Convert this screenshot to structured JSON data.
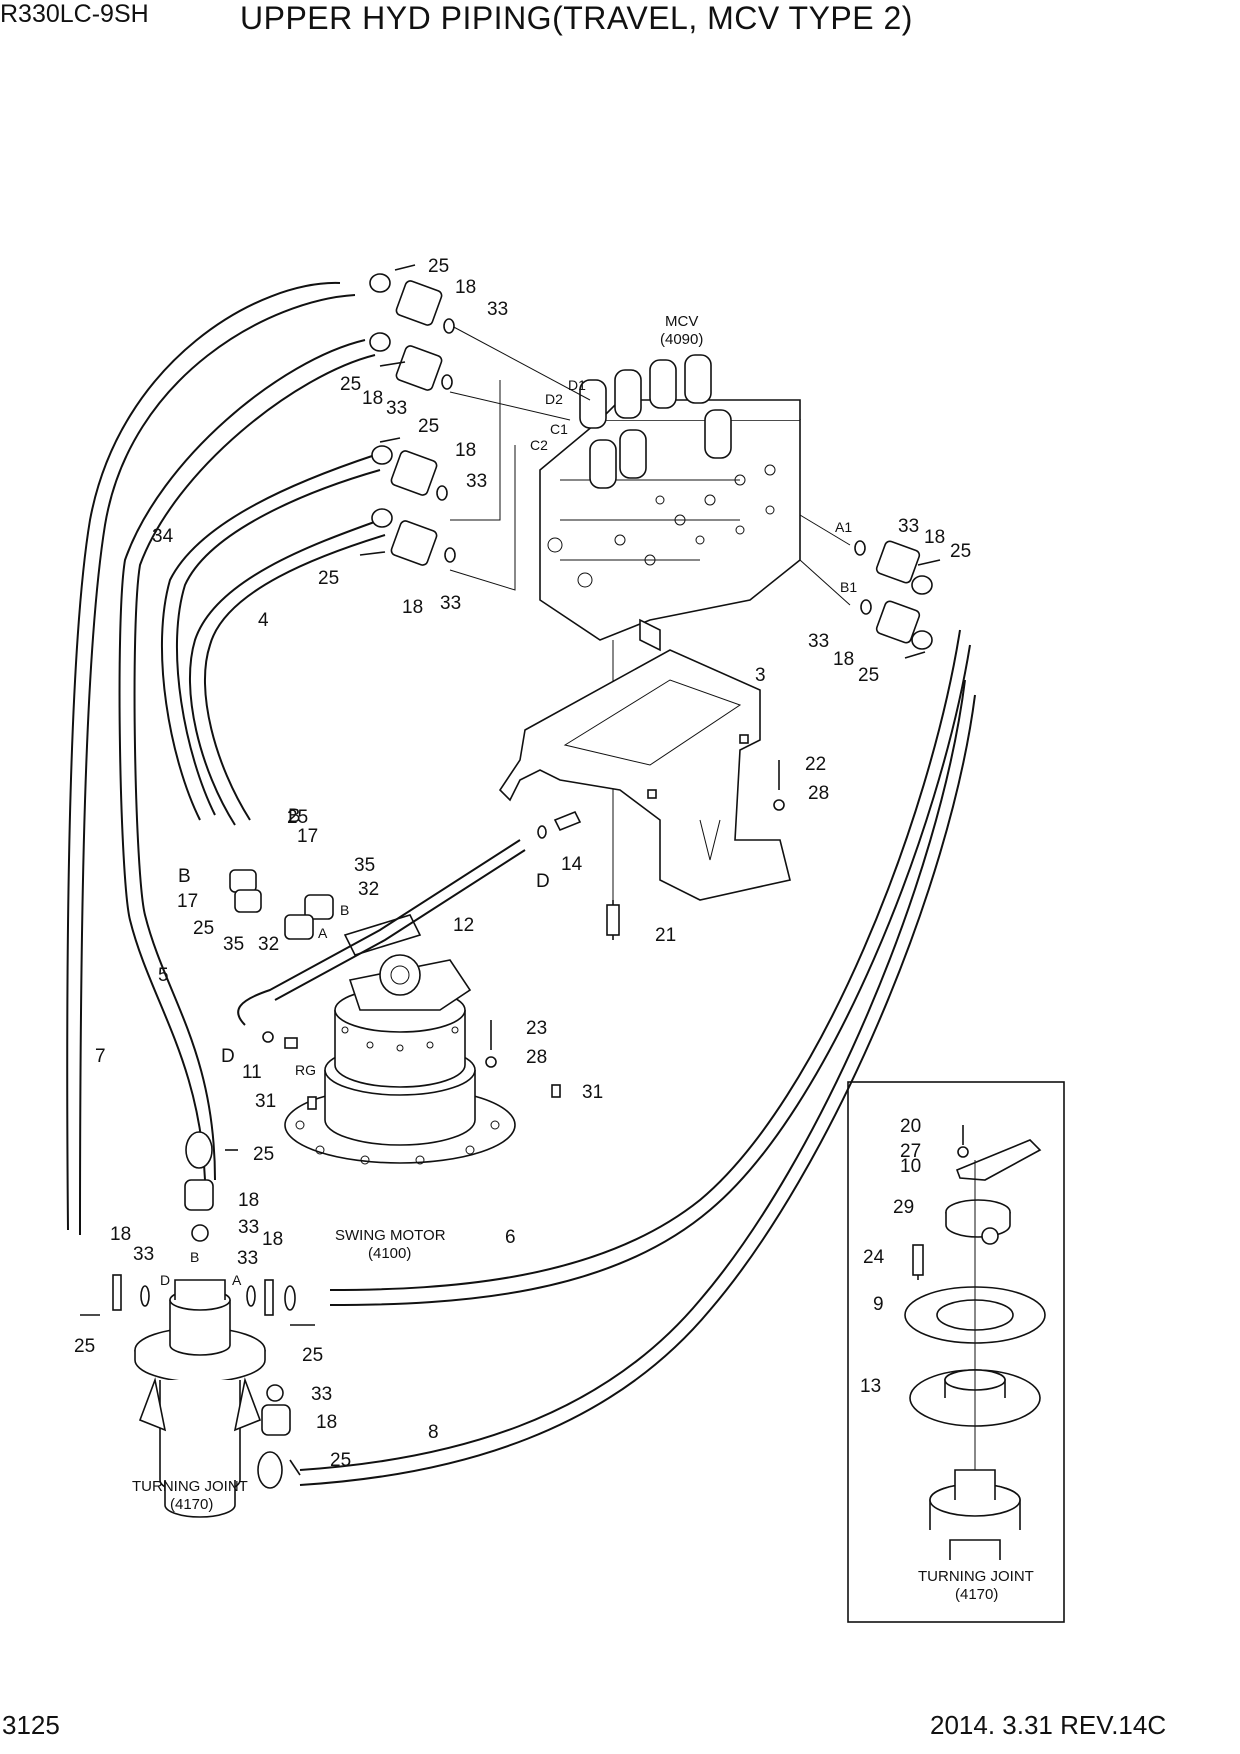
{
  "header": {
    "model": "R330LC-9SH",
    "title": "UPPER HYD PIPING(TRAVEL, MCV TYPE 2)"
  },
  "footer": {
    "page": "3125",
    "revision": "2014. 3.31  REV.14C"
  },
  "components": {
    "mcv": {
      "name": "MCV",
      "ref": "(4090)"
    },
    "swing_motor": {
      "name": "SWING MOTOR",
      "ref": "(4100)"
    },
    "turning_joint": {
      "name": "TURNING JOINT",
      "ref": "(4170)"
    },
    "turning_joint_inset": {
      "name": "TURNING JOINT",
      "ref": "(4170)"
    }
  },
  "port_labels": {
    "d1": "D1",
    "d2": "D2",
    "c1": "C1",
    "c2": "C2",
    "a1": "A1",
    "b1": "B1",
    "rg": "RG",
    "a_motor": "A",
    "b_motor": "B",
    "a_tj": "A",
    "b_tj": "B",
    "d_tj": "D",
    "d_line": "D",
    "d_line2": "D",
    "b_left": "B",
    "b_left2": "B"
  },
  "callouts": {
    "c25a": "25",
    "c18a": "18",
    "c33a": "33",
    "c25b": "25",
    "c18b": "18",
    "c33b": "33",
    "c25c": "25",
    "c18c": "18",
    "c33c": "33",
    "c25d": "25",
    "c18d": "18",
    "c33d": "33",
    "c33e": "33",
    "c18e": "18",
    "c25e": "25",
    "c33f": "33",
    "c18f": "18",
    "c25f": "25",
    "c34": "34",
    "c4": "4",
    "c3": "3",
    "c22": "22",
    "c28a": "28",
    "c14": "14",
    "c21": "21",
    "c12": "12",
    "c17a": "17",
    "c25g": "25",
    "c35a": "35",
    "c32a": "32",
    "c17b": "17",
    "c25h": "25",
    "c35b": "35",
    "c32b": "32",
    "c5": "5",
    "c7": "7",
    "c23": "23",
    "c28b": "28",
    "c11": "11",
    "c31a": "31",
    "c31b": "31",
    "c25i": "25",
    "c18i": "18",
    "c33i": "33",
    "c18j": "18",
    "c33j": "33",
    "c33k": "33",
    "c18k": "18",
    "c25j": "25",
    "c25k": "25",
    "c6": "6",
    "c33l": "33",
    "c18l": "18",
    "c25l": "25",
    "c8": "8",
    "c20": "20",
    "c27": "27",
    "c10": "10",
    "c29": "29",
    "c24": "24",
    "c9": "9",
    "c13": "13"
  }
}
